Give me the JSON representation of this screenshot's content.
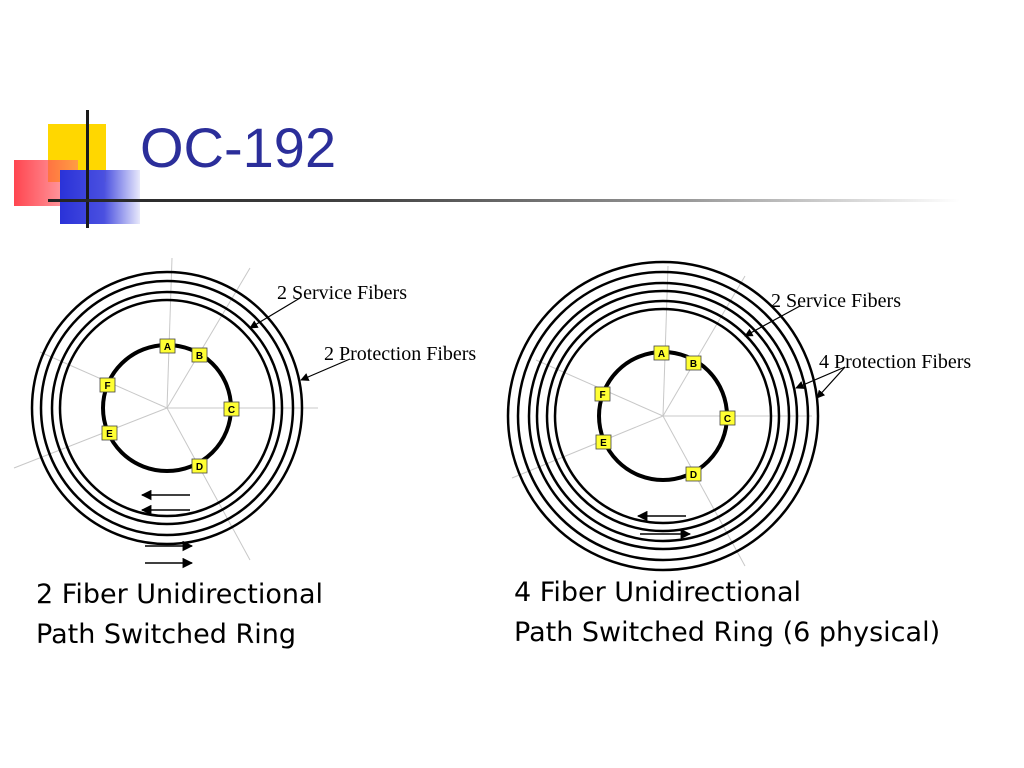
{
  "title": "OC-192",
  "colors": {
    "title": "#2b2e9a",
    "node_fill": "#ffff33",
    "deco_yellow": "#ffd700",
    "deco_red": "#ff3c46",
    "deco_blue": "#2a32d8"
  },
  "left_diagram": {
    "service_label": "2 Service Fibers",
    "protection_label": "2 Protection Fibers",
    "nodes": [
      "A",
      "B",
      "C",
      "D",
      "E",
      "F"
    ],
    "caption_line1": "2 Fiber Unidirectional",
    "caption_line2": "Path Switched Ring"
  },
  "right_diagram": {
    "service_label": "2 Service Fibers",
    "protection_label": "4 Protection Fibers",
    "nodes": [
      "A",
      "B",
      "C",
      "D",
      "E",
      "F"
    ],
    "caption_line1": "4 Fiber Unidirectional",
    "caption_line2": "Path Switched Ring (6 physical)"
  }
}
